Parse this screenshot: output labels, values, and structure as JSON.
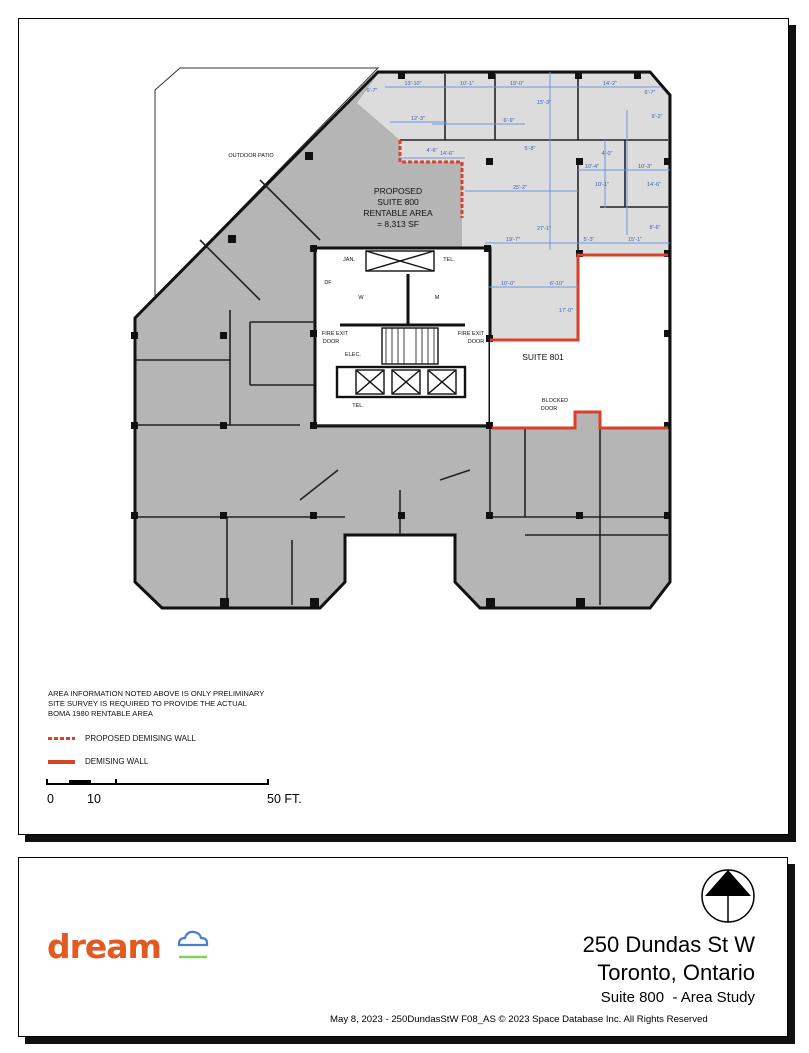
{
  "plan": {
    "patio_label": "OUTDOOR PATIO",
    "suite800": [
      "PROPOSED",
      "SUITE 800",
      "RENTABLE AREA",
      "= 8,313 SF"
    ],
    "suite801": "SUITE 801",
    "blocked_door": [
      "BLOCKED",
      "DOOR"
    ],
    "core_labels": {
      "jan": "JAN.",
      "tel_top": "TEL.",
      "df": "DF",
      "w": "W",
      "m": "M",
      "fire_exit_left": [
        "FIRE EXIT",
        "DOOR"
      ],
      "fire_exit_right": [
        "FIRE EXIT",
        "DOOR"
      ],
      "elec": "ELEC.",
      "tel_bottom": "TEL."
    },
    "dimensions": [
      "13'-10\"",
      "10'-1\"",
      "19'-0\"",
      "14'-2\"",
      "6'-7\"",
      "6'-7\"",
      "9'-2\"",
      "15'-3\"",
      "12'-3\"",
      "6'-9\"",
      "5'-8\"",
      "4'-6\"",
      "14'-6\"",
      "4'-0\"",
      "10'-4\"",
      "10'-3\"",
      "25'-2\"",
      "10'-1\"",
      "14'-6\"",
      "27'-1\"",
      "19'-7\"",
      "5'-3\"",
      "15'-1\"",
      "8'-6\"",
      "10'-0\"",
      "6'-10\"",
      "17'-0\""
    ],
    "colors": {
      "suite800_fill": "#b5b5b5",
      "ne_fill": "#dcdcdc",
      "demising_red": "#d9412b",
      "dimension_blue": "#6f96e0"
    }
  },
  "notes": {
    "preliminary": [
      "AREA INFORMATION NOTED ABOVE IS ONLY PRELIMINARY",
      "SITE SURVEY IS REQUIRED TO PROVIDE THE ACTUAL",
      "BOMA 1980 RENTABLE AREA"
    ],
    "legend": [
      {
        "label": "PROPOSED DEMISING WALL",
        "style": "dashed",
        "color": "#d9412b"
      },
      {
        "label": "DEMISING WALL",
        "style": "solid",
        "color": "#d9412b"
      }
    ],
    "scale": {
      "start": "0",
      "mid": "10",
      "end": "50 FT."
    }
  },
  "title_block": {
    "logo_text": "dream",
    "logo_colors": {
      "text": "#e25a23",
      "cloud": "#4a7fd0",
      "line": "#7dd35a"
    },
    "north_arrow_icon": "north-arrow",
    "address_line1": "250 Dundas St W",
    "address_line2": "Toronto, Ontario",
    "subtitle": "Suite 800  - Area Study",
    "footer": "May 8, 2023 - 250DundasStW F08_AS © 2023 Space Database Inc. All Rights Reserved"
  }
}
